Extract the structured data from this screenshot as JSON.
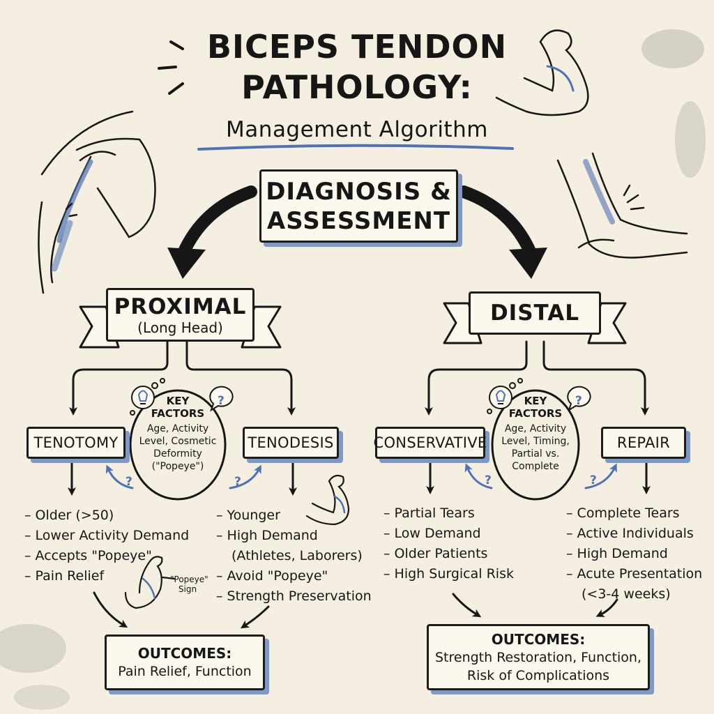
{
  "header": {
    "title_line1": "BICEPS TENDON",
    "title_line2": "PATHOLOGY:",
    "subtitle": "Management Algorithm"
  },
  "root": {
    "line1": "DIAGNOSIS &",
    "line2": "ASSESSMENT"
  },
  "proximal": {
    "title": "PROXIMAL",
    "subtitle": "(Long Head)",
    "key_factors": {
      "title_line1": "KEY",
      "title_line2": "FACTORS",
      "text": "Age, Activity Level, Cosmetic Deformity (\"Popeye\")"
    },
    "left_option": {
      "label": "TENOTOMY",
      "items": [
        "Older (>50)",
        "Lower Activity Demand",
        "Accepts \"Popeye\"",
        "Pain Relief"
      ]
    },
    "right_option": {
      "label": "TENODESIS",
      "items": [
        "Younger",
        "High Demand",
        "(Athletes, Laborers)",
        "Avoid \"Popeye\"",
        "Strength Preservation"
      ]
    },
    "popeye_sign": {
      "line1": "\"Popeye\"",
      "line2": "Sign"
    },
    "outcomes": {
      "title": "OUTCOMES:",
      "text": "Pain Relief, Function"
    }
  },
  "distal": {
    "title": "DISTAL",
    "key_factors": {
      "title_line1": "KEY",
      "title_line2": "FACTORS",
      "text": "Age, Activity Level, Timing, Partial vs. Complete"
    },
    "left_option": {
      "label": "CONSERVATIVE",
      "items": [
        "Partial Tears",
        "Low Demand",
        "Older Patients",
        "High Surgical Risk"
      ]
    },
    "right_option": {
      "label": "REPAIR",
      "items": [
        "Complete Tears",
        "Active Individuals",
        "High Demand",
        "Acute Presentation",
        "(<3-4 weeks)"
      ]
    },
    "outcomes": {
      "title": "OUTCOMES:",
      "line1": "Strength Restoration, Function,",
      "line2": "Risk of Complications"
    }
  },
  "colors": {
    "ink": "#161616",
    "paper": "#f4efe1",
    "accent_blue": "#4f72b3",
    "shadow_blue": "#7f99c6"
  },
  "icons": [
    "lightbulb-icon",
    "question-bubble-icon",
    "shoulder-illustration",
    "elbow-illustration",
    "flexed-arm-illustration"
  ]
}
